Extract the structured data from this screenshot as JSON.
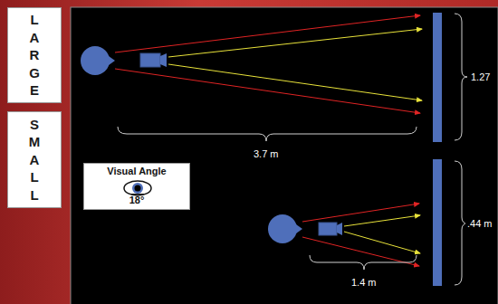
{
  "diagram": {
    "nodes": [
      {
        "text": [
          "LARGE"
        ]
      },
      {
        "text": [
          "SMALL"
        ]
      },
      {
        "text": [
          "Visual Angle",
          "18°"
        ]
      }
    ],
    "labels": [
      "1.27",
      "3.7 m",
      ".44 m",
      "1.4 m"
    ]
  }
}
